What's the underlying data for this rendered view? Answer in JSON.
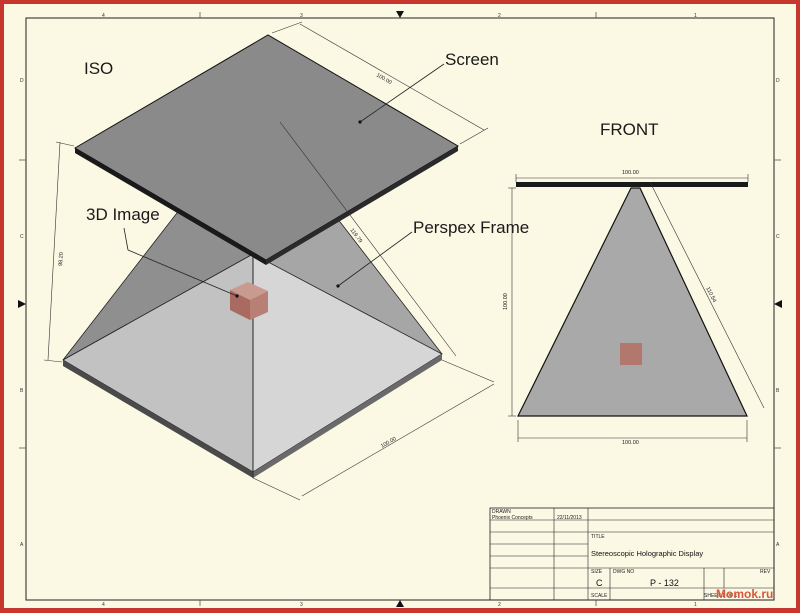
{
  "views": {
    "iso": "ISO",
    "front": "FRONT"
  },
  "labels": {
    "screen": "Screen",
    "image_3d": "3D Image",
    "perspex_frame": "Perspex Frame"
  },
  "dimensions": {
    "iso_screen_edge": "100.00",
    "iso_left_height": "98.20",
    "iso_slant": "119.79",
    "iso_base_edge": "100.00",
    "front_top_width": "100.00",
    "front_height": "100.00",
    "front_slant": "110.54",
    "front_base_width": "100.00"
  },
  "zones": {
    "columns": [
      "4",
      "3",
      "2",
      "1"
    ],
    "rows": [
      "D",
      "C",
      "B",
      "A"
    ]
  },
  "title_block": {
    "drawn_label": "DRAWN",
    "drawn_by": "Phoenix Concepts",
    "date": "22/11/2013",
    "title_label": "TITLE",
    "title": "Stereoscopic Holographic Display",
    "size_label": "SIZE",
    "size": "C",
    "dwg_label": "DWG NO",
    "dwg_no": "P - 132",
    "rev_label": "REV",
    "scale_label": "SCALE",
    "sheet": "SHEET 1 OF 1"
  },
  "watermark": "Momok.ru",
  "colors": {
    "background": "#fbf8e4",
    "frame_border": "#c8372d",
    "screen_fill": "#8a8a8a",
    "cube_fill": "#b3786d"
  }
}
